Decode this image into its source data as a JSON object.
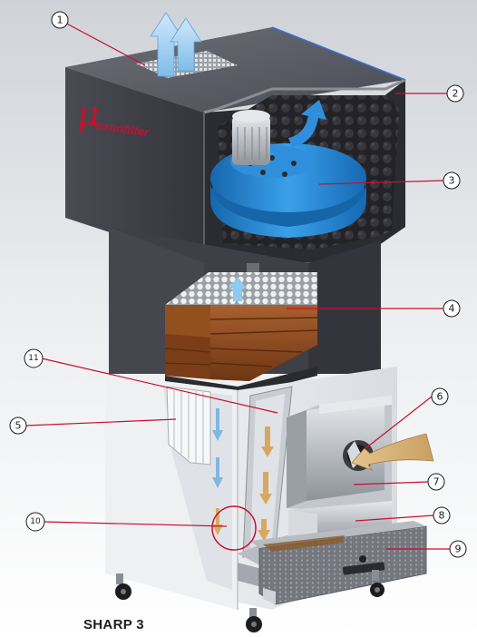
{
  "brand": {
    "mark": "μ",
    "name": "icronfilter"
  },
  "model": "SHARP 3",
  "callouts": [
    "1",
    "2",
    "3",
    "4",
    "5",
    "6",
    "7",
    "8",
    "9",
    "10",
    "11"
  ],
  "colors": {
    "housing_dark": "#3c3d45",
    "fan_blue": "#1f86d4",
    "filter_wood": "#8b4a22",
    "leader_red": "#c8102e",
    "cabinet_light": "#e9ecef"
  }
}
